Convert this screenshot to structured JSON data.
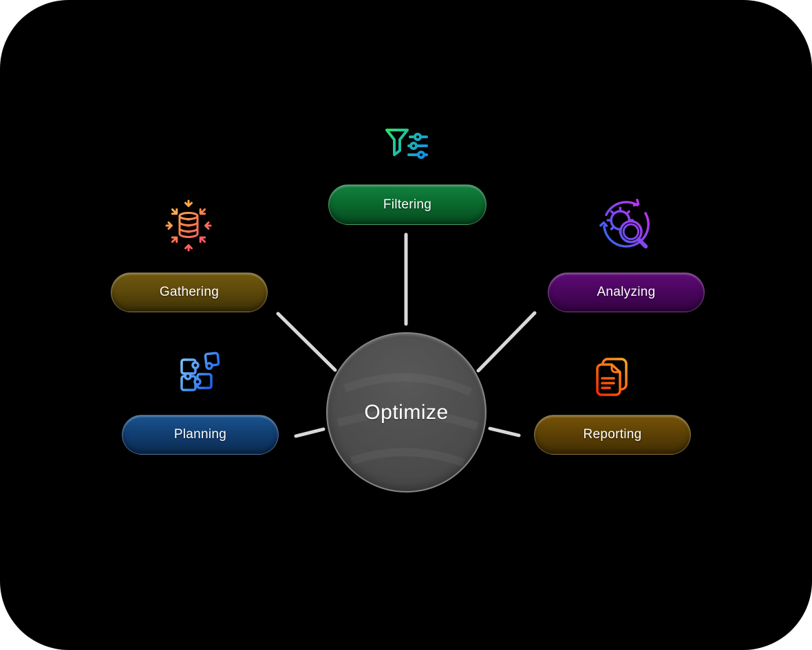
{
  "page": {
    "background_color": "#ffffff"
  },
  "canvas": {
    "background_color": "#000000",
    "shape": "rounded-rectangle"
  },
  "center_node": {
    "label": "Optimize",
    "fill_color": "#4d4d4d",
    "border_color": "#868686",
    "text_color": "#ffffff"
  },
  "connector_color": "#d9d9d9",
  "nodes": [
    {
      "id": "filtering",
      "label": "Filtering",
      "position": "top",
      "pill_color": "#0a6b2e",
      "icon": "funnel-sliders-icon",
      "icon_colors": [
        "#2ee06a",
        "#0b8cf5"
      ]
    },
    {
      "id": "gathering",
      "label": "Gathering",
      "position": "upper-left",
      "pill_color": "#5e4a0a",
      "icon": "database-collect-icon",
      "icon_colors": [
        "#ffc04d",
        "#fc4f6d"
      ]
    },
    {
      "id": "analyzing",
      "label": "Analyzing",
      "position": "upper-right",
      "pill_color": "#4b0660",
      "icon": "gear-magnifier-icon",
      "icon_colors": [
        "#cb30f5",
        "#2e6bf0"
      ]
    },
    {
      "id": "planning",
      "label": "Planning",
      "position": "lower-left",
      "pill_color": "#123f73",
      "icon": "puzzle-pieces-icon",
      "icon_colors": [
        "#7cc4fa",
        "#0c55ee"
      ]
    },
    {
      "id": "reporting",
      "label": "Reporting",
      "position": "lower-right",
      "pill_color": "#5e4205",
      "icon": "report-document-icon",
      "icon_colors": [
        "#ff2a00",
        "#ffa31e"
      ]
    }
  ]
}
